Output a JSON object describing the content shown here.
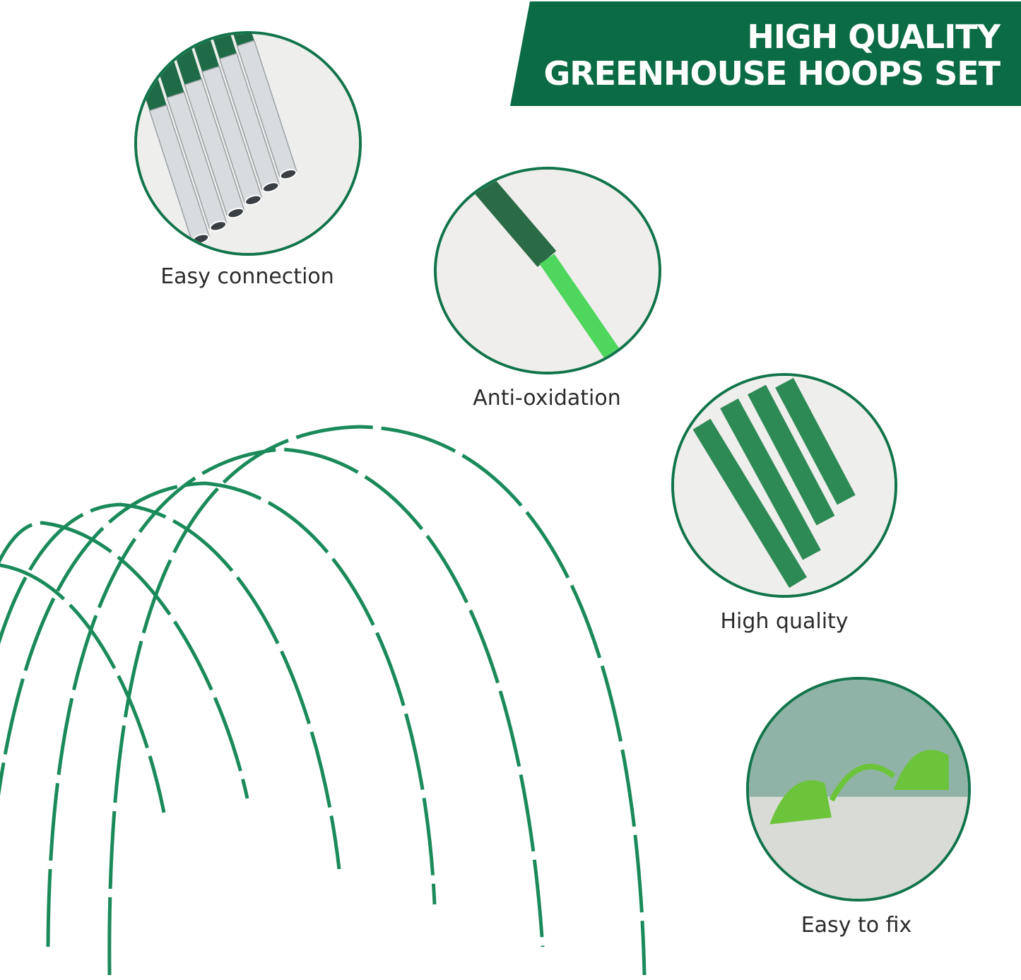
{
  "banner": {
    "line1": "HIGH QUALITY",
    "line2": "GREENHOUSE HOOPS SET",
    "background_color": "#0b6b45",
    "text_color": "#ffffff"
  },
  "features": [
    {
      "label": "Easy connection",
      "image": "silver-connector-tubes"
    },
    {
      "label": "Anti-oxidation",
      "image": "coated-green-rod"
    },
    {
      "label": "High quality",
      "image": "green-coated-rods-bundle"
    },
    {
      "label": "Easy to fix",
      "image": "green-clips-on-net"
    }
  ],
  "colors": {
    "accent_green": "#11744a",
    "hoop_green": "#1a8a5a",
    "connector_gray": "#a8a8a8",
    "caption_text": "#2b2b2b"
  },
  "illustration": {
    "subject": "greenhouse-hoops-arches",
    "hoop_count": 6
  }
}
